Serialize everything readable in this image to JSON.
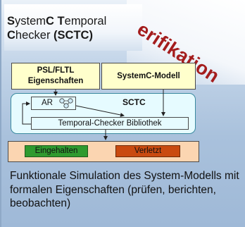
{
  "title": {
    "part1_bold": "S",
    "part2": "ystem",
    "part3_bold": "C",
    "part4": " ",
    "part5_bold": "T",
    "part6": "emporal",
    "line2_bold1": "C",
    "line2_rest": "hecker ",
    "line2_bold2": "(SCTC)"
  },
  "stamp": "erifikation",
  "diagram": {
    "psl_line1": "PSL/FLTL",
    "psl_line2": "Eigenschaften",
    "systemc_model": "SystemC-Modell",
    "sctc_label": "SCTC",
    "ar_label": "AR",
    "library_label": "Temporal-Checker Bibliothek",
    "result_ok": "Eingehalten",
    "result_bad": "Verletzt"
  },
  "description": "Funktionale Simulation des System-Modells mit formalen Eigenschaften (prüfen, berichten, beobachten)",
  "colors": {
    "note_yellow": "#ffffcc",
    "sctc_cyan": "#e6fbff",
    "result_peach": "#fbd5b1",
    "ok_green": "#2f9a2f",
    "bad_red": "#c94a10",
    "stamp_red": "#a41d1d"
  }
}
